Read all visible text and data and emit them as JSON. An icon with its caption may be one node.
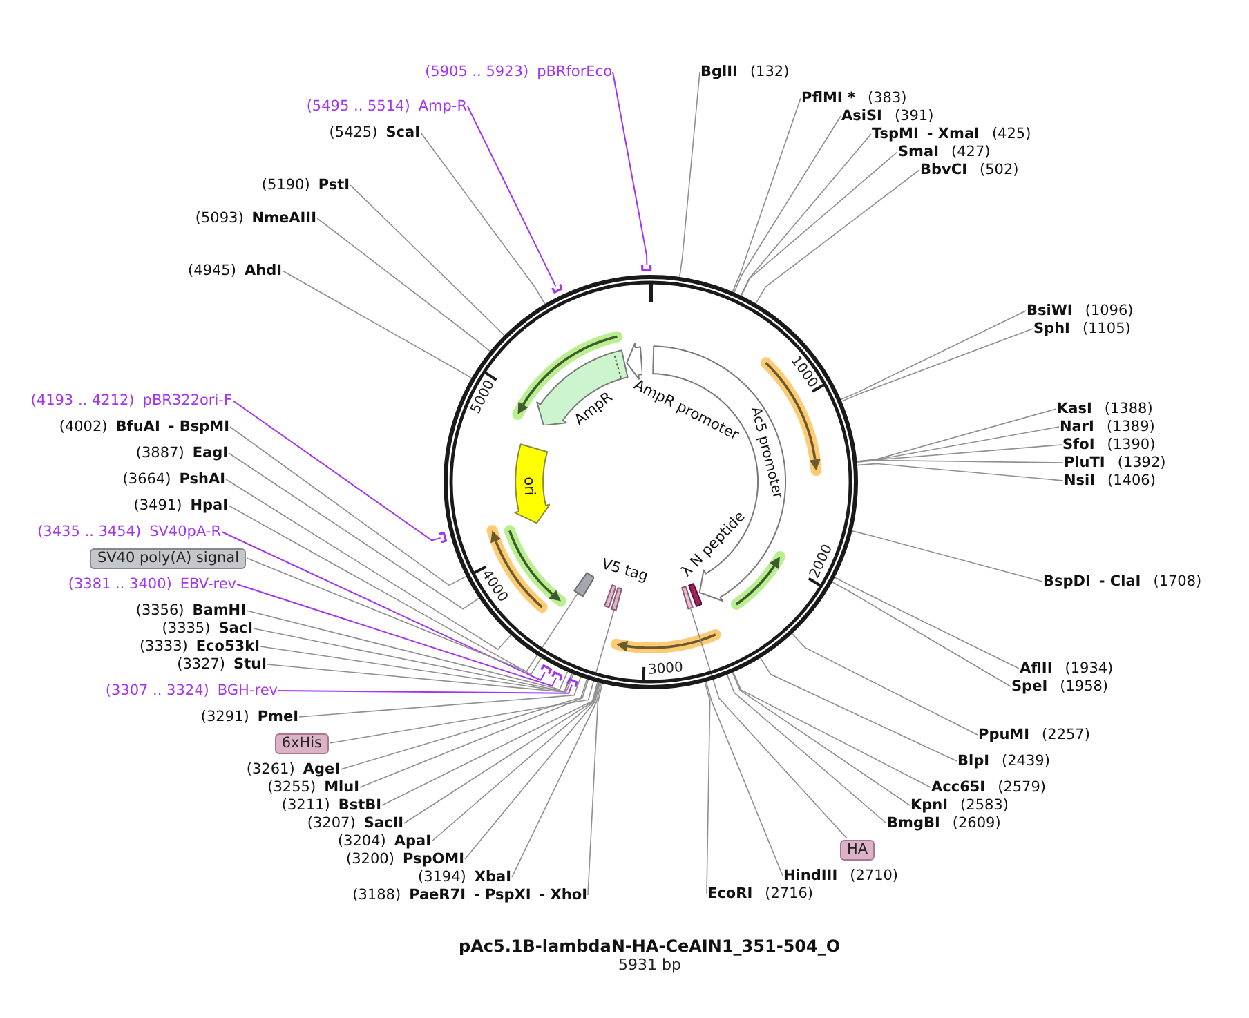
{
  "diagram": {
    "title": "pAc5.1B-lambdaN-HA-CeAIN1_351-504_O",
    "nodes": [
      {
        "text": [
          "(5905 .. 5923)",
          "pBRforEco"
        ]
      },
      {
        "text": [
          "(5495 .. 5514)",
          "Amp-R"
        ]
      },
      {
        "text": [
          "(5425)",
          "ScaI"
        ]
      },
      {
        "text": [
          "(5190)",
          "PstI"
        ]
      },
      {
        "text": [
          "(5093)",
          "NmeAIII"
        ]
      },
      {
        "text": [
          "(4945)",
          "AhdI"
        ]
      },
      {
        "text": [
          "(4193 .. 4212)",
          "pBR322ori-F"
        ]
      },
      {
        "text": [
          "(4002)",
          "BfuAI",
          "- BspMI"
        ]
      },
      {
        "text": [
          "(3887)",
          "EagI"
        ]
      },
      {
        "text": [
          "(3664)",
          "PshAI"
        ]
      },
      {
        "text": [
          "(3491)",
          "HpaI"
        ]
      },
      {
        "text": [
          "(3435 .. 3454)",
          "SV40pA-R"
        ]
      },
      {
        "text": [
          "SV40 poly(A) signal"
        ]
      },
      {
        "text": [
          "(3381 .. 3400)",
          "EBV-rev"
        ]
      },
      {
        "text": [
          "(3356)",
          "BamHI"
        ]
      },
      {
        "text": [
          "(3335)",
          "SacI"
        ]
      },
      {
        "text": [
          "(3333)",
          "Eco53kI"
        ]
      },
      {
        "text": [
          "(3327)",
          "StuI"
        ]
      },
      {
        "text": [
          "(3307 .. 3324)",
          "BGH-rev"
        ]
      },
      {
        "text": [
          "(3291)",
          "PmeI"
        ]
      },
      {
        "text": [
          "6xHis"
        ]
      },
      {
        "text": [
          "(3261)",
          "AgeI"
        ]
      },
      {
        "text": [
          "(3255)",
          "MluI"
        ]
      },
      {
        "text": [
          "(3211)",
          "BstBI"
        ]
      },
      {
        "text": [
          "(3207)",
          "SacII"
        ]
      },
      {
        "text": [
          "(3204)",
          "ApaI"
        ]
      },
      {
        "text": [
          "(3200)",
          "PspOMI"
        ]
      },
      {
        "text": [
          "(3194)",
          "XbaI"
        ]
      },
      {
        "text": [
          "(3188)",
          "PaeR7I",
          "- PspXI",
          "- XhoI"
        ]
      },
      {
        "text": [
          "BglII",
          "(132)"
        ]
      },
      {
        "text": [
          "PflMI *",
          "(383)"
        ]
      },
      {
        "text": [
          "AsiSI",
          "(391)"
        ]
      },
      {
        "text": [
          "TspMI",
          "- XmaI",
          "(425)"
        ]
      },
      {
        "text": [
          "SmaI",
          "(427)"
        ]
      },
      {
        "text": [
          "BbvCI",
          "(502)"
        ]
      },
      {
        "text": [
          "BsiWI",
          "(1096)"
        ]
      },
      {
        "text": [
          "SphI",
          "(1105)"
        ]
      },
      {
        "text": [
          "KasI",
          "(1388)"
        ]
      },
      {
        "text": [
          "NarI",
          "(1389)"
        ]
      },
      {
        "text": [
          "SfoI",
          "(1390)"
        ]
      },
      {
        "text": [
          "PluTI",
          "(1392)"
        ]
      },
      {
        "text": [
          "NsiI",
          "(1406)"
        ]
      },
      {
        "text": [
          "BspDI",
          "- ClaI",
          "(1708)"
        ]
      },
      {
        "text": [
          "AflII",
          "(1934)"
        ]
      },
      {
        "text": [
          "SpeI",
          "(1958)"
        ]
      },
      {
        "text": [
          "PpuMI",
          "(2257)"
        ]
      },
      {
        "text": [
          "BlpI",
          "(2439)"
        ]
      },
      {
        "text": [
          "Acc65I",
          "(2579)"
        ]
      },
      {
        "text": [
          "KpnI",
          "(2583)"
        ]
      },
      {
        "text": [
          "BmgBI",
          "(2609)"
        ]
      },
      {
        "text": [
          "HA"
        ]
      },
      {
        "text": [
          "HindIII",
          "(2710)"
        ]
      },
      {
        "text": [
          "EcoRI",
          "(2716)"
        ]
      },
      {
        "text": [],
        "shape": "circle"
      },
      {
        "text": [
          "AmpR promoter"
        ],
        "in": 53
      },
      {
        "text": [
          "Ac5 promoter"
        ],
        "in": 53
      },
      {
        "text": [
          "AmpR"
        ],
        "in": 53
      },
      {
        "text": [
          "ori"
        ],
        "in": 53
      },
      {
        "text": [
          "V5 tag"
        ],
        "in": 53
      },
      {
        "text": [
          "λ N peptide"
        ],
        "in": 53
      },
      {
        "text": [],
        "shape": "box",
        "in": 53
      },
      {
        "text": [],
        "shape": "box",
        "in": 53
      },
      {
        "text": [],
        "shape": "box",
        "in": 53
      },
      {
        "text": [],
        "shape": "bar"
      },
      {
        "text": [],
        "shape": "bar"
      },
      {
        "text": [],
        "shape": "bar"
      },
      {
        "text": [],
        "shape": "bar"
      },
      {
        "text": [],
        "shape": "bar"
      },
      {
        "text": [],
        "shape": "bar"
      }
    ],
    "edges": [
      {
        "from": 0,
        "to": 63,
        "arrow": "none",
        "color": "#a335f2"
      },
      {
        "from": 1,
        "to": 64,
        "arrow": "none",
        "color": "#a335f2"
      },
      {
        "from": 2,
        "to": 53,
        "arrow": "none"
      },
      {
        "from": 3,
        "to": 53,
        "arrow": "none"
      },
      {
        "from": 4,
        "to": 53,
        "arrow": "none"
      },
      {
        "from": 5,
        "to": 53,
        "arrow": "none"
      },
      {
        "from": 6,
        "to": 65,
        "arrow": "none",
        "color": "#a335f2"
      },
      {
        "from": 7,
        "to": 53,
        "arrow": "none"
      },
      {
        "from": 8,
        "to": 53,
        "arrow": "none"
      },
      {
        "from": 9,
        "to": 53,
        "arrow": "none"
      },
      {
        "from": 10,
        "to": 53,
        "arrow": "none"
      },
      {
        "from": 11,
        "to": 66,
        "arrow": "none",
        "color": "#a335f2"
      },
      {
        "from": 12,
        "to": 60,
        "arrow": "none"
      },
      {
        "from": 13,
        "to": 67,
        "arrow": "none",
        "color": "#a335f2"
      },
      {
        "from": 14,
        "to": 53,
        "arrow": "none"
      },
      {
        "from": 15,
        "to": 53,
        "arrow": "none"
      },
      {
        "from": 16,
        "to": 53,
        "arrow": "none"
      },
      {
        "from": 17,
        "to": 53,
        "arrow": "none"
      },
      {
        "from": 18,
        "to": 68,
        "arrow": "none",
        "color": "#a335f2"
      },
      {
        "from": 19,
        "to": 53,
        "arrow": "none"
      },
      {
        "from": 20,
        "to": 61,
        "arrow": "none"
      },
      {
        "from": 21,
        "to": 53,
        "arrow": "none"
      },
      {
        "from": 22,
        "to": 53,
        "arrow": "none"
      },
      {
        "from": 23,
        "to": 53,
        "arrow": "none"
      },
      {
        "from": 24,
        "to": 53,
        "arrow": "none"
      },
      {
        "from": 25,
        "to": 53,
        "arrow": "none"
      },
      {
        "from": 26,
        "to": 53,
        "arrow": "none"
      },
      {
        "from": 27,
        "to": 53,
        "arrow": "none"
      },
      {
        "from": 28,
        "to": 53,
        "arrow": "none"
      },
      {
        "from": 29,
        "to": 53,
        "arrow": "none"
      },
      {
        "from": 30,
        "to": 53,
        "arrow": "none"
      },
      {
        "from": 31,
        "to": 53,
        "arrow": "none"
      },
      {
        "from": 32,
        "to": 53,
        "arrow": "none"
      },
      {
        "from": 33,
        "to": 53,
        "arrow": "none"
      },
      {
        "from": 34,
        "to": 53,
        "arrow": "none"
      },
      {
        "from": 35,
        "to": 53,
        "arrow": "none"
      },
      {
        "from": 36,
        "to": 53,
        "arrow": "none"
      },
      {
        "from": 37,
        "to": 53,
        "arrow": "none"
      },
      {
        "from": 38,
        "to": 53,
        "arrow": "none"
      },
      {
        "from": 39,
        "to": 53,
        "arrow": "none"
      },
      {
        "from": 40,
        "to": 53,
        "arrow": "none"
      },
      {
        "from": 41,
        "to": 53,
        "arrow": "none"
      },
      {
        "from": 42,
        "to": 53,
        "arrow": "none"
      },
      {
        "from": 43,
        "to": 53,
        "arrow": "none"
      },
      {
        "from": 44,
        "to": 53,
        "arrow": "none"
      },
      {
        "from": 45,
        "to": 53,
        "arrow": "none"
      },
      {
        "from": 46,
        "to": 53,
        "arrow": "none"
      },
      {
        "from": 47,
        "to": 53,
        "arrow": "none"
      },
      {
        "from": 48,
        "to": 53,
        "arrow": "none"
      },
      {
        "from": 49,
        "to": 53,
        "arrow": "none"
      },
      {
        "from": 50,
        "to": 62,
        "arrow": "none"
      },
      {
        "from": 51,
        "to": 53,
        "arrow": "none"
      },
      {
        "from": 52,
        "to": 53,
        "arrow": "none"
      }
    ],
    "labels": [
      "1000",
      "2000",
      "3000",
      "4000",
      "5000",
      "5931 bp"
    ]
  }
}
